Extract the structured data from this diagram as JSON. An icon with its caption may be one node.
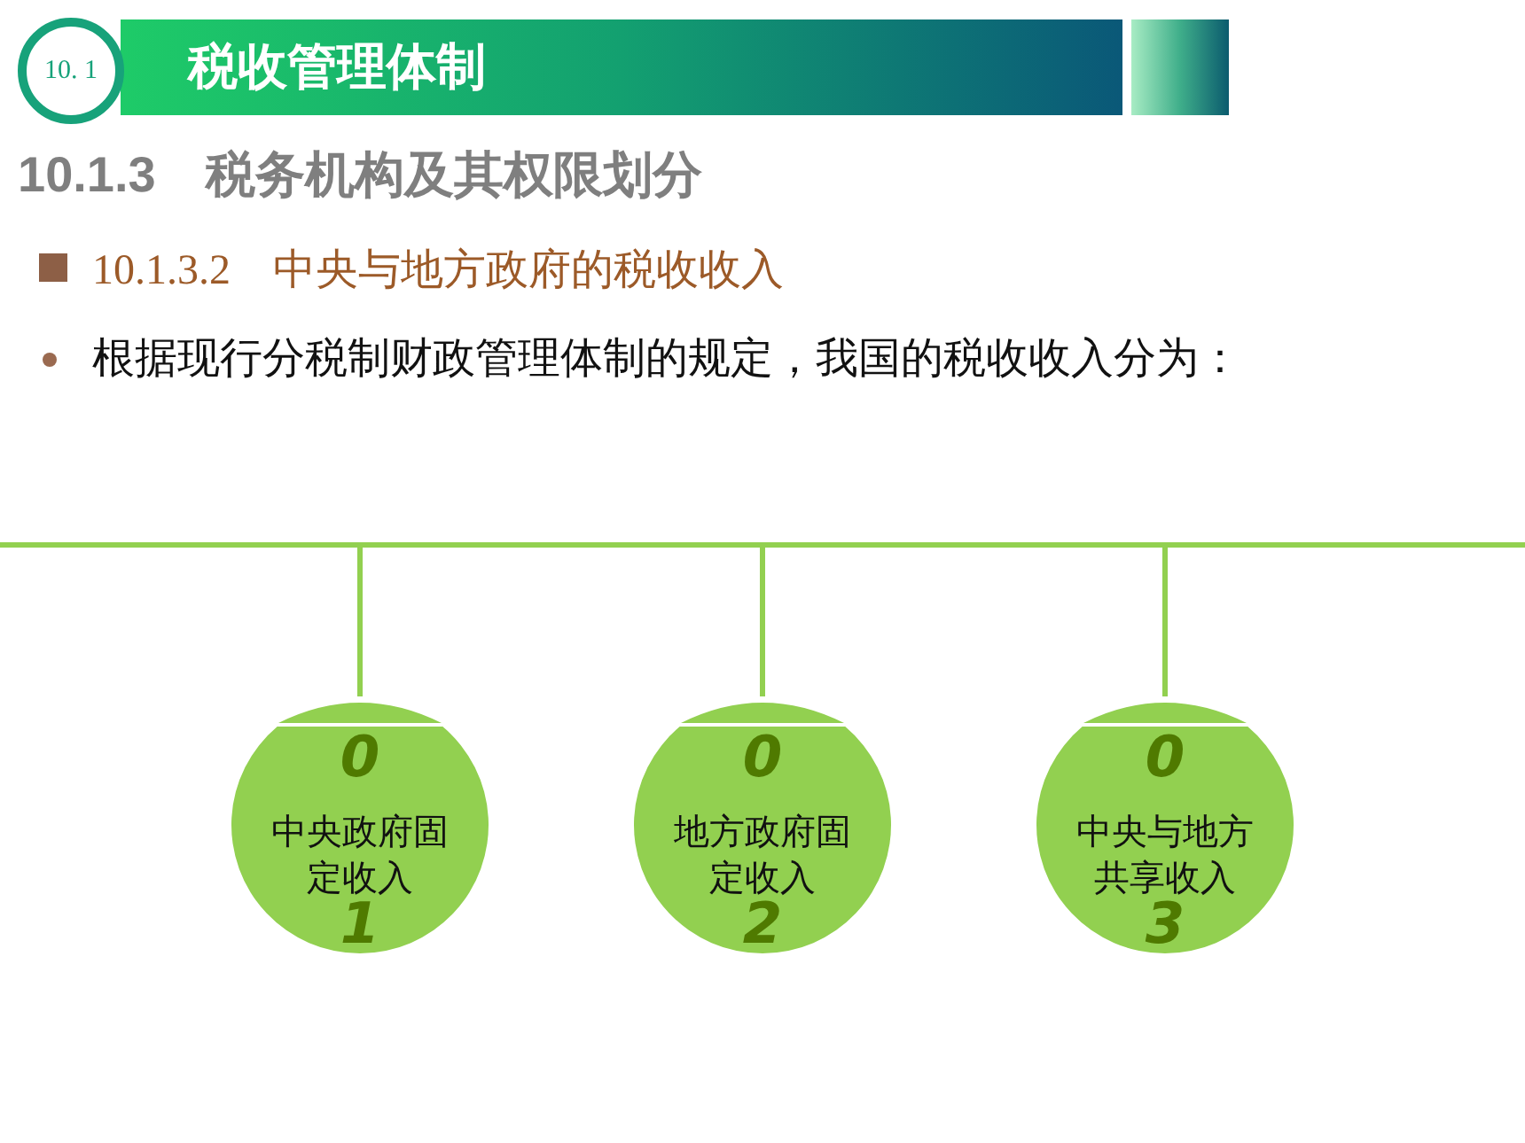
{
  "diagram": {
    "title": "税收管理体制",
    "nodes": [
      {
        "text": [
          "10. 1"
        ]
      },
      {
        "text": [],
        "shape": "bar"
      },
      {
        "text": [
          "0",
          "中央政府固定收入",
          "1"
        ]
      },
      {
        "text": [
          "0",
          "地方政府固定收入",
          "2"
        ]
      },
      {
        "text": [
          "0",
          "中央与地方共享收入",
          "3"
        ]
      }
    ],
    "edges": [
      {
        "from": 1,
        "to": 2,
        "arrow": "none"
      },
      {
        "from": 1,
        "to": 3,
        "arrow": "none"
      },
      {
        "from": 1,
        "to": 4,
        "arrow": "none"
      }
    ],
    "labels": [
      "10.1.3　税务机构及其权限划分",
      "10.1.3.2　中央与地方政府的税收收入",
      "根据现行分税制财政管理体制的规定，我国的税收收入分为："
    ]
  }
}
